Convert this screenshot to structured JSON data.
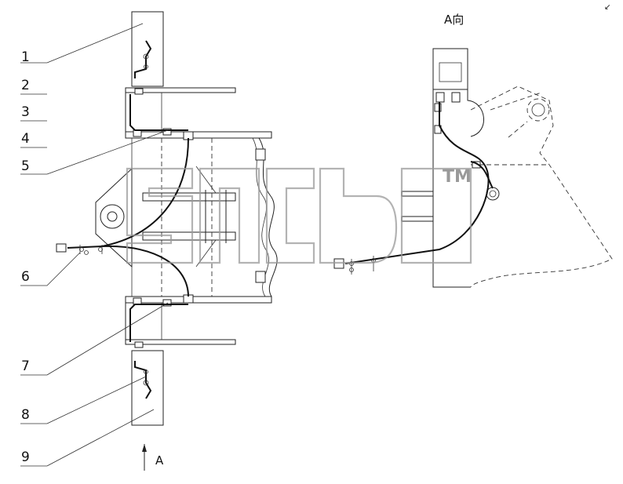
{
  "view_title": "A向",
  "view_arrow_label": "A",
  "watermark_mark": "TM",
  "callouts": [
    {
      "number": "1"
    },
    {
      "number": "2"
    },
    {
      "number": "3"
    },
    {
      "number": "4"
    },
    {
      "number": "5"
    },
    {
      "number": "6"
    },
    {
      "number": "7"
    },
    {
      "number": "8"
    },
    {
      "number": "9"
    }
  ]
}
